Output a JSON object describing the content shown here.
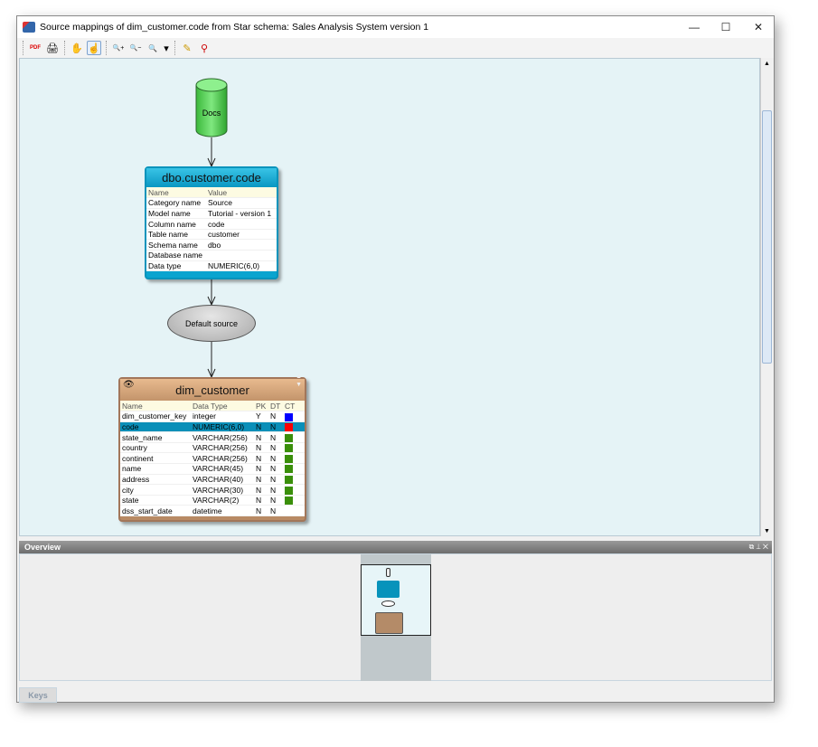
{
  "window": {
    "title": "Source mappings of dim_customer.code from Star schema: Sales Analysis System version 1",
    "minimize": "—",
    "maximize": "☐",
    "close": "✕"
  },
  "toolbar": {
    "pdf": "PDF",
    "print": "🖨",
    "pan": "✋",
    "select": "☝",
    "zoom_in": "🔍+",
    "zoom_out": "🔍−",
    "zoom": "🔍",
    "dropdown": "▾",
    "edit": "✎",
    "mapping": "⚲"
  },
  "diagram": {
    "docs_label": "Docs",
    "source_node": {
      "title": "dbo.customer.code",
      "headers": [
        "Name",
        "Value"
      ],
      "rows": [
        [
          "Category name",
          "Source"
        ],
        [
          "Model name",
          "Tutorial - version 1"
        ],
        [
          "Column name",
          "code"
        ],
        [
          "Table name",
          "customer"
        ],
        [
          "Schema name",
          "dbo"
        ],
        [
          "Database name",
          ""
        ],
        [
          "Data type",
          "NUMERIC(6,0)"
        ]
      ]
    },
    "transform_label": "Default source",
    "target_node": {
      "title": "dim_customer",
      "headers": [
        "Name",
        "Data Type",
        "PK",
        "DT",
        "CT"
      ],
      "rows": [
        {
          "name": "dim_customer_key",
          "type": "integer",
          "pk": "Y",
          "dt": "N",
          "ct": "#0000ff"
        },
        {
          "name": "code",
          "type": "NUMERIC(6,0)",
          "pk": "N",
          "dt": "N",
          "ct": "#ff0000",
          "selected": true
        },
        {
          "name": "state_name",
          "type": "VARCHAR(256)",
          "pk": "N",
          "dt": "N",
          "ct": "#3a8f0a"
        },
        {
          "name": "country",
          "type": "VARCHAR(256)",
          "pk": "N",
          "dt": "N",
          "ct": "#3a8f0a"
        },
        {
          "name": "continent",
          "type": "VARCHAR(256)",
          "pk": "N",
          "dt": "N",
          "ct": "#3a8f0a"
        },
        {
          "name": "name",
          "type": "VARCHAR(45)",
          "pk": "N",
          "dt": "N",
          "ct": "#3a8f0a"
        },
        {
          "name": "address",
          "type": "VARCHAR(40)",
          "pk": "N",
          "dt": "N",
          "ct": "#3a8f0a"
        },
        {
          "name": "city",
          "type": "VARCHAR(30)",
          "pk": "N",
          "dt": "N",
          "ct": "#3a8f0a"
        },
        {
          "name": "state",
          "type": "VARCHAR(2)",
          "pk": "N",
          "dt": "N",
          "ct": "#3a8f0a"
        },
        {
          "name": "dss_start_date",
          "type": "datetime",
          "pk": "N",
          "dt": "N",
          "ct": ""
        }
      ]
    }
  },
  "overview": {
    "title": "Overview",
    "controls": "⧉ ⊥ ✕"
  },
  "bottom_tab": {
    "keys": "Keys"
  }
}
